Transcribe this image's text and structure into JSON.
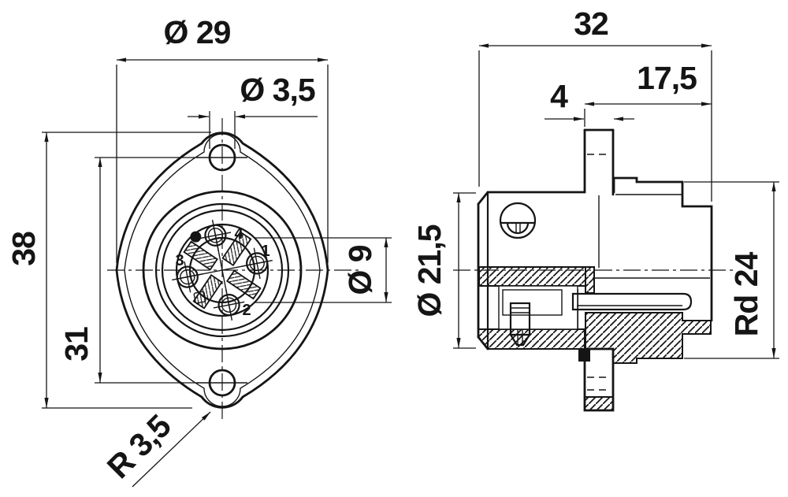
{
  "front": {
    "dims": {
      "flange_width": "Ø 29",
      "mounting_hole": "Ø 3,5",
      "flange_height": "38",
      "hole_spacing": "31",
      "insert_diameter": "Ø 9",
      "lobe_radius": "R 3,5"
    },
    "pins": {
      "p1": "1",
      "p2": "2",
      "p3": "3",
      "p4": "4"
    }
  },
  "side": {
    "dims": {
      "total_length": "32",
      "rear_length": "17,5",
      "flange_thickness": "4",
      "body_diameter": "Ø 21,5",
      "thread": "Rd 24"
    }
  },
  "colors": {
    "line": "#151515",
    "background": "#ffffff"
  }
}
